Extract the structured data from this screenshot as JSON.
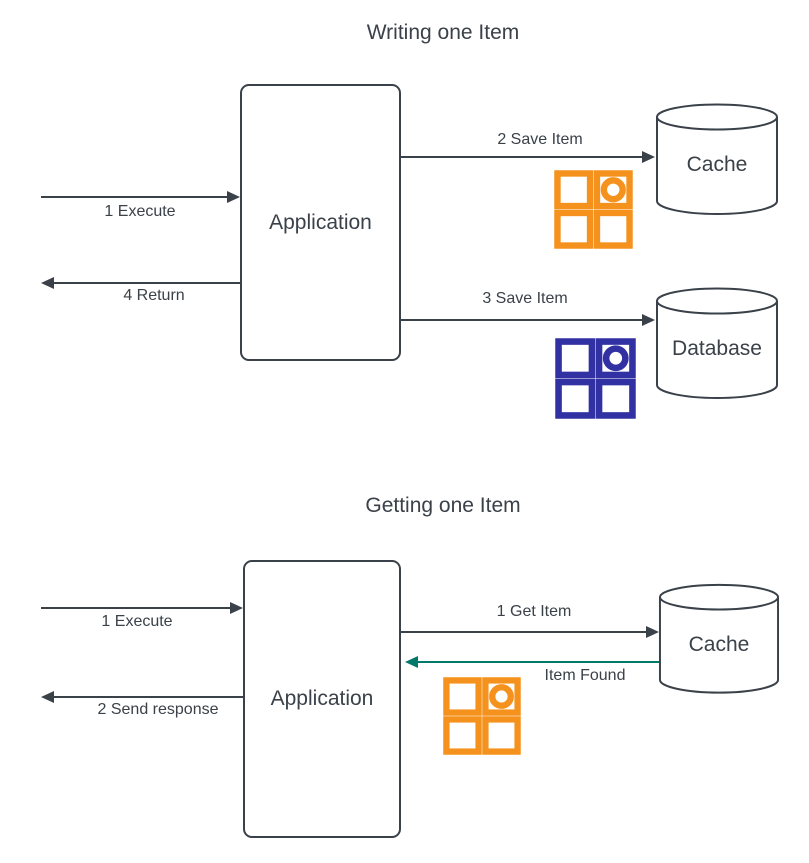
{
  "colors": {
    "ink": "#3A4149",
    "orange": "#F5921E",
    "indigo": "#3231A3",
    "teal": "#00796B"
  },
  "writing": {
    "title": "Writing one Item",
    "application_label": "Application",
    "cache_label": "Cache",
    "database_label": "Database",
    "arrows": {
      "execute": "1 Execute",
      "save_cache": "2 Save Item",
      "save_db": "3 Save Item",
      "return": "4 Return"
    }
  },
  "getting": {
    "title": "Getting one Item",
    "application_label": "Application",
    "cache_label": "Cache",
    "arrows": {
      "execute": "1 Execute",
      "get_item": "1 Get Item",
      "item_found": "Item Found",
      "send_response": "2 Send response"
    }
  }
}
